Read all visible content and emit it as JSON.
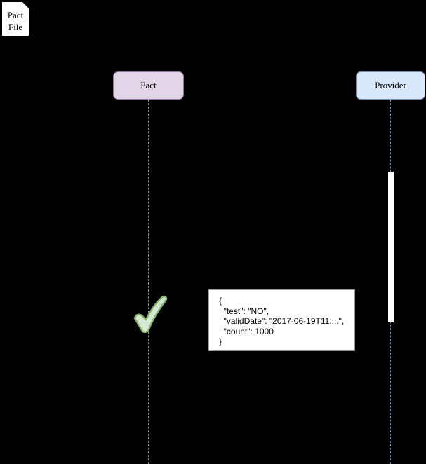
{
  "diagram": {
    "type": "sequence-diagram",
    "background_color": "#000000",
    "note": {
      "label": "Pact\nFile",
      "fill": "#ffffff",
      "border": "#000000"
    },
    "participants": [
      {
        "name": "pact",
        "label": "Pact",
        "fill": "#e1d5e7",
        "border": "#9673a6",
        "lifeline_color": "#9b7fc4"
      },
      {
        "name": "provider",
        "label": "Provider",
        "fill": "#dae8fc",
        "border": "#6c8ebf",
        "lifeline_color": "#6c8ebf"
      }
    ],
    "activation": {
      "owner": "provider",
      "fill": "#ffffff"
    },
    "payload": {
      "name": "json-payload",
      "text": "{\n  \"test\": \"NO\",\n  \"validDate\": \"2017-06-19T11:...\",\n  \"count\": 1000\n}",
      "fill": "#ffffff",
      "border": "#9a9a9a"
    },
    "checkmark": {
      "name": "verification-check",
      "fill": "#d5e8d4",
      "stroke": "#82b366"
    }
  }
}
